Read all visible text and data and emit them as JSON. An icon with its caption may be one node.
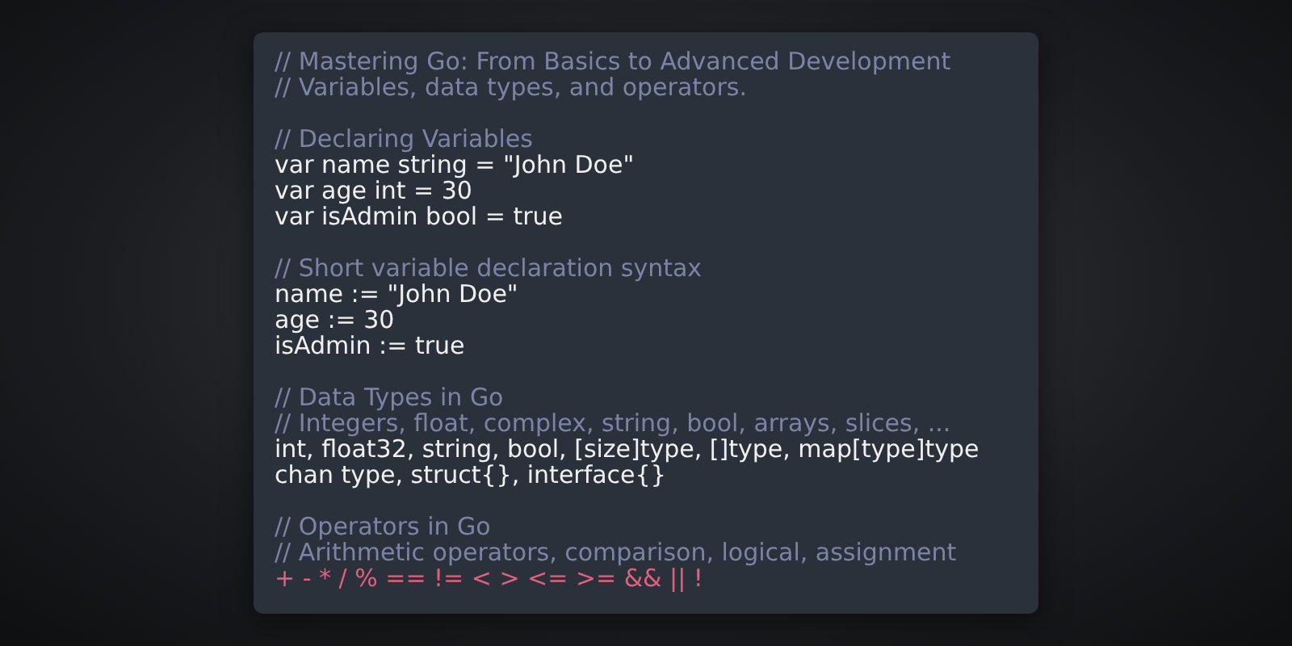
{
  "diagram": {
    "labels": [
      "// Mastering Go: From Basics to Advanced Development",
      "// Variables, data types, and operators.",
      "// Declaring Variables",
      "var name string = \"John Doe\"",
      "var age int = 30",
      "var isAdmin bool = true",
      "// Short variable declaration syntax",
      "name := \"John Doe\"",
      "age := 30",
      "isAdmin := true",
      "// Data Types in Go",
      "// Integers, float, complex, string, bool, arrays, slices, ...",
      "int, float32, string, bool, [size]type, []type, map[type]type",
      "chan type, struct{}, interface{}",
      "// Operators in Go",
      "// Arithmetic operators, comparison, logical, assignment",
      "+ - * / % == != < > <= >= && || !"
    ]
  }
}
